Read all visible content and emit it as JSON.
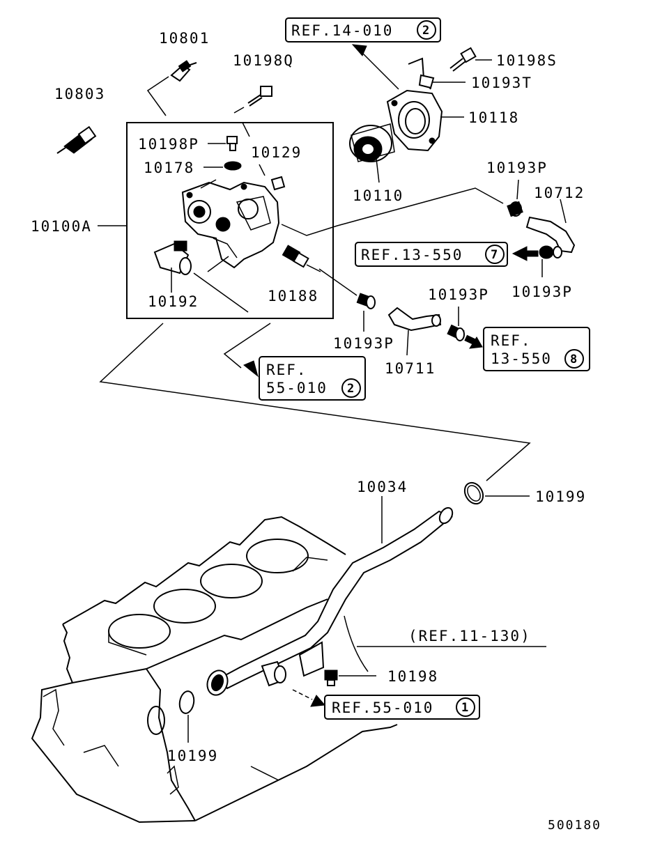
{
  "part_labels": {
    "p10801": "10801",
    "p10803": "10803",
    "p10198Q": "10198Q",
    "p10198P": "10198P",
    "p10178": "10178",
    "p10129": "10129",
    "p10100A": "10100A",
    "p10192": "10192",
    "p10188": "10188",
    "p10110": "10110",
    "p10118": "10118",
    "p10198S": "10198S",
    "p10193T": "10193T",
    "p10193P_a": "10193P",
    "p10712": "10712",
    "p10193P_b": "10193P",
    "p10193P_c": "10193P",
    "p10193P_d": "10193P",
    "p10711": "10711",
    "p10034": "10034",
    "p10199_a": "10199",
    "p10198": "10198",
    "p10199_b": "10199"
  },
  "references": {
    "ref_14_010": {
      "text": "REF.14-010",
      "num": "2"
    },
    "ref_13_550_7": {
      "text": "REF.13-550",
      "num": "7"
    },
    "ref_13_550_8": {
      "line1": "REF.",
      "line2": "13-550",
      "num": "8"
    },
    "ref_55_010_2": {
      "line1": "REF.",
      "line2": "55-010",
      "num": "2"
    },
    "ref_55_010_1": {
      "text": "REF.55-010",
      "num": "1"
    },
    "ref_11_130": "(REF.11-130)"
  },
  "diagram_id": "500180"
}
